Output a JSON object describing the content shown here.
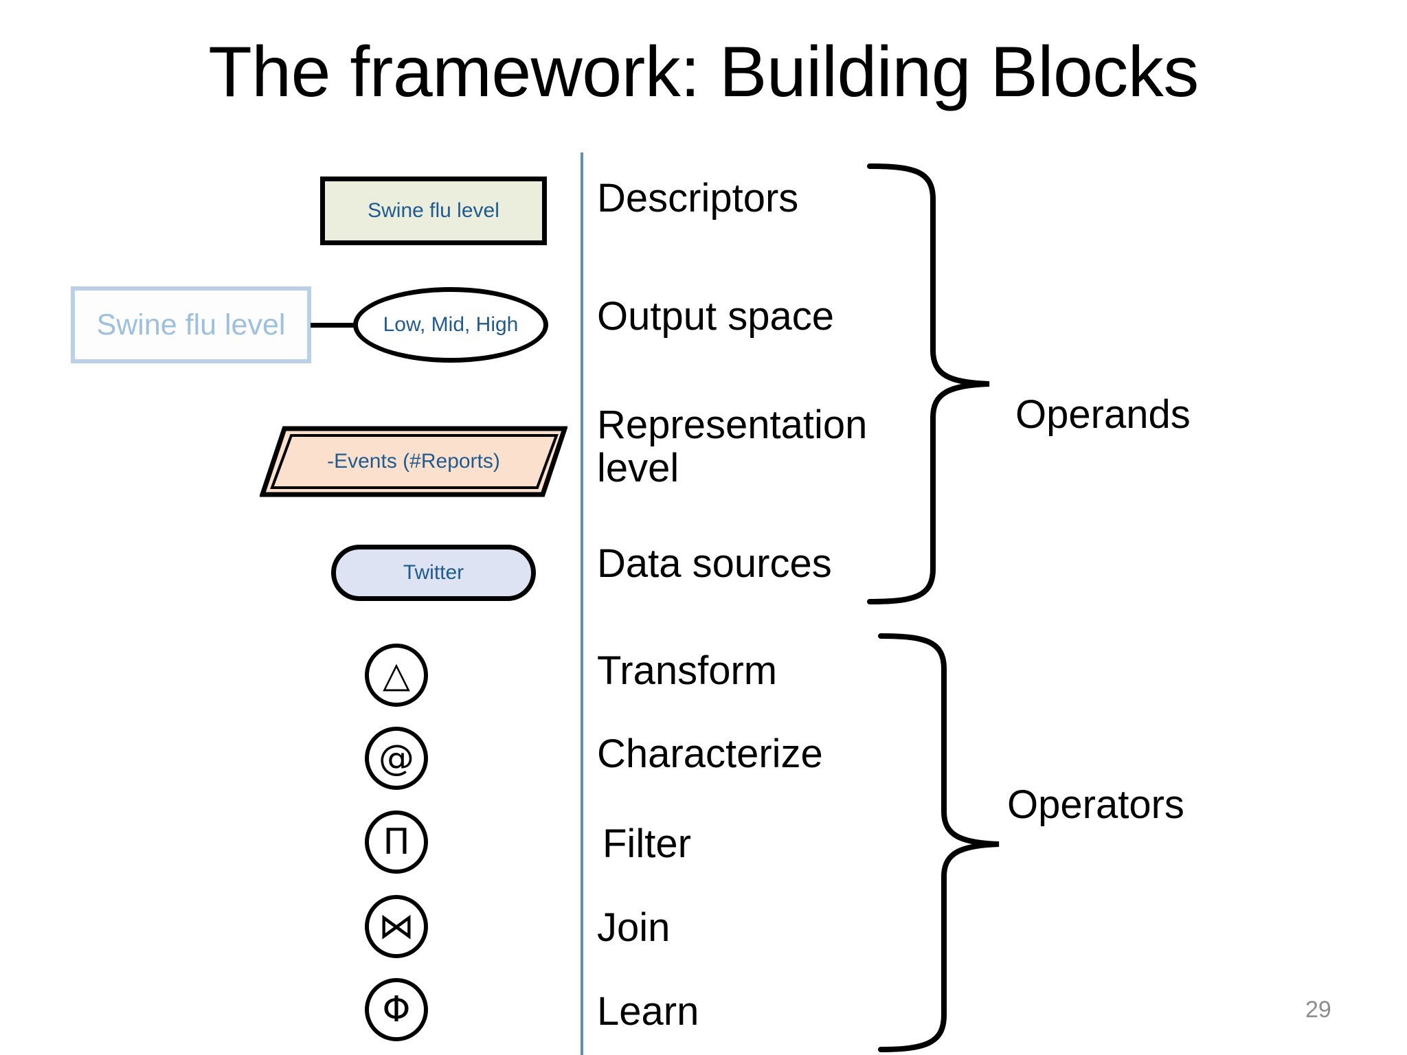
{
  "slide": {
    "title": "The framework: Building Blocks",
    "page_number": "29"
  },
  "colors": {
    "divider": "#5b8fc0",
    "descriptor_fill": "#ebeedd",
    "descriptor_text": "#1f5b8f",
    "outputspace_border": "#b9d0e8",
    "outputspace_text": "#9dc0e0",
    "replevel_fill": "#fbe1cd",
    "datasource_fill": "#dde3f2",
    "page_number_text": "#8d8d8d"
  },
  "shapes": {
    "descriptor": {
      "label": "Swine flu level",
      "shape": "rectangle"
    },
    "output_space_box": {
      "label": "Swine flu level",
      "shape": "rectangle-outline"
    },
    "output_space_values": {
      "label": "Low, Mid,\nHigh",
      "shape": "ellipse"
    },
    "representation_level": {
      "label": "-Events (#Reports)",
      "shape": "parallelogram"
    },
    "data_source": {
      "label": "Twitter",
      "shape": "rounded-pill"
    }
  },
  "operand_rows": [
    {
      "key": "descriptors",
      "label": "Descriptors"
    },
    {
      "key": "output-space",
      "label": "Output space"
    },
    {
      "key": "rep-level",
      "label": "Representation\nlevel"
    },
    {
      "key": "data-sources",
      "label": "Data sources"
    }
  ],
  "operator_rows": [
    {
      "key": "transform",
      "label": "Transform",
      "glyph": "△",
      "icon_name": "triangle-delta-icon"
    },
    {
      "key": "characterize",
      "label": "Characterize",
      "glyph": "@",
      "icon_name": "at-sign-icon"
    },
    {
      "key": "filter",
      "label": "Filter",
      "glyph": "Π",
      "icon_name": "pi-icon"
    },
    {
      "key": "join",
      "label": "Join",
      "glyph": "⋈",
      "icon_name": "bowtie-join-icon"
    },
    {
      "key": "learn",
      "label": "Learn",
      "glyph": "Φ",
      "icon_name": "phi-icon"
    }
  ],
  "groups": {
    "operands": "Operands",
    "operators": "Operators"
  }
}
